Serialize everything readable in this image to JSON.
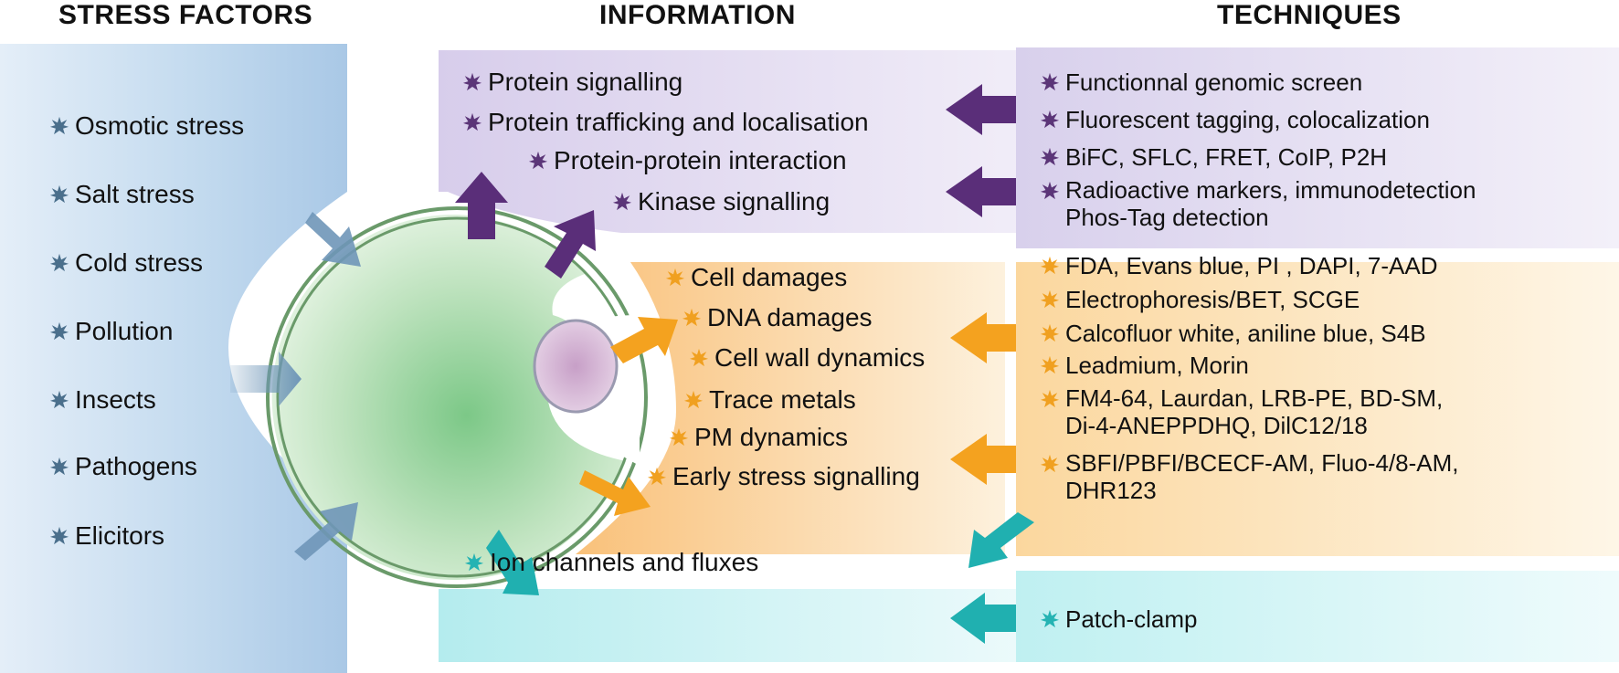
{
  "headings": {
    "stress": "STRESS FACTORS",
    "information": "INFORMATION",
    "techniques": "TECHNIQUES"
  },
  "stress_factors": [
    "Osmotic stress",
    "Salt stress",
    "Cold stress",
    "Pollution",
    "Insects",
    "Pathogens",
    "Elicitors"
  ],
  "information": {
    "purple": [
      "Protein signalling",
      "Protein trafficking and localisation",
      "Protein-protein interaction",
      "Kinase signalling"
    ],
    "orange": [
      "Cell damages",
      "DNA damages",
      "Cell wall dynamics",
      "Trace metals",
      "PM dynamics",
      "Early stress signalling"
    ],
    "teal": [
      "Ion channels and fluxes"
    ]
  },
  "techniques": {
    "purple": [
      "Functionnal genomic screen",
      "Fluorescent tagging, colocalization",
      "BiFC, SFLC, FRET, CoIP, P2H",
      "Radioactive markers, immunodetection\nPhos-Tag detection"
    ],
    "orange": [
      "FDA, Evans blue, PI , DAPI, 7-AAD",
      "Electrophoresis/BET, SCGE",
      "Calcofluor white, aniline blue, S4B",
      "Leadmium, Morin",
      "FM4-64, Laurdan, LRB-PE, BD-SM,\nDi-4-ANEPPDHQ, DilC12/18",
      "SBFI/PBFI/BCECF-AM, Fluo-4/8-AM,\nDHR123"
    ],
    "teal": [
      "Patch-clamp"
    ]
  },
  "colors": {
    "stress_panel": "#c3d9ee",
    "stress_star": "#4a6f8c",
    "purple_panel": "#ddd6ee",
    "purple_star": "#5b3578",
    "purple_arrow": "#5a2e79",
    "orange_panel": "#fbdcae",
    "orange_star": "#f0a020",
    "orange_arrow": "#f4a21f",
    "teal_panel": "#c2eef0",
    "teal_star": "#24b3b3",
    "teal_arrow": "#20b0b0",
    "cell_fill": "#8fd09a",
    "cell_membrane": "#6a9a6a",
    "nucleus_fill": "#d9bfd9",
    "blue_arrow": "#6f96b8"
  }
}
